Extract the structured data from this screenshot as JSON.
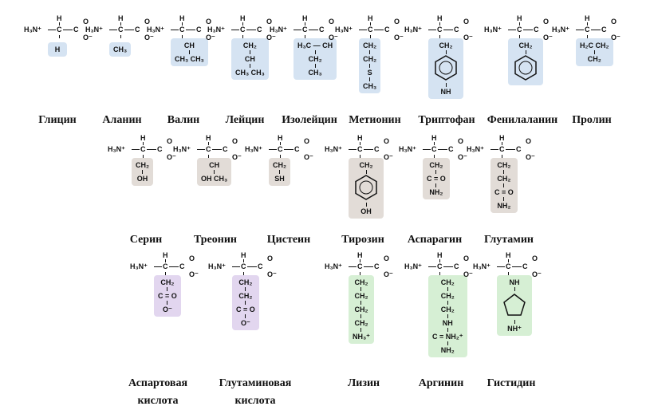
{
  "backbone": {
    "h": "H",
    "amine": "H₃N⁺",
    "c": "C",
    "o": "O",
    "o_minus": "O⁻"
  },
  "colors": {
    "nonpolar": "#d5e3f2",
    "polar": "#e2dcd7",
    "acidic": "#e2d6ef",
    "basic": "#d6efd4"
  },
  "amino_acids": [
    {
      "name": "Глицин",
      "group": "nonpolar",
      "side_chain": [
        "H"
      ]
    },
    {
      "name": "Аланин",
      "group": "nonpolar",
      "side_chain": [
        "CH₃"
      ]
    },
    {
      "name": "Валин",
      "group": "nonpolar",
      "side_chain": [
        "CH",
        "CH₃  CH₃"
      ]
    },
    {
      "name": "Лейцин",
      "group": "nonpolar",
      "side_chain": [
        "CH₂",
        "CH",
        "CH₃  CH₃"
      ]
    },
    {
      "name": "Изолейцин",
      "group": "nonpolar",
      "side_chain": [
        "H₃C — CH",
        "CH₂",
        "CH₃"
      ]
    },
    {
      "name": "Метионин",
      "group": "nonpolar",
      "side_chain": [
        "CH₂",
        "CH₂",
        "S",
        "CH₃"
      ]
    },
    {
      "name": "Триптофан",
      "group": "nonpolar",
      "side_chain": [
        "CH₂",
        "indole-ring",
        "NH"
      ]
    },
    {
      "name": "Фенилаланин",
      "group": "nonpolar",
      "side_chain": [
        "CH₂",
        "benzene-ring"
      ]
    },
    {
      "name": "Пролин",
      "group": "nonpolar",
      "side_chain": [
        "H₂C    CH₂",
        "CH₂"
      ]
    },
    {
      "name": "Серин",
      "group": "polar",
      "side_chain": [
        "CH₂",
        "OH"
      ]
    },
    {
      "name": "Треонин",
      "group": "polar",
      "side_chain": [
        "CH",
        "OH   CH₃"
      ]
    },
    {
      "name": "Цистеин",
      "group": "polar",
      "side_chain": [
        "CH₂",
        "SH"
      ]
    },
    {
      "name": "Тирозин",
      "group": "polar",
      "side_chain": [
        "CH₂",
        "benzene-ring",
        "OH"
      ]
    },
    {
      "name": "Аспарагин",
      "group": "polar",
      "side_chain": [
        "CH₂",
        "C = O",
        "NH₂"
      ]
    },
    {
      "name": "Глутамин",
      "group": "polar",
      "side_chain": [
        "CH₂",
        "CH₂",
        "C = O",
        "NH₂"
      ]
    },
    {
      "name": "Аспартовая кислота",
      "group": "acidic",
      "side_chain": [
        "CH₂",
        "C = O",
        "O⁻"
      ]
    },
    {
      "name": "Глутаминовая кислота",
      "group": "acidic",
      "side_chain": [
        "CH₂",
        "CH₂",
        "C = O",
        "O⁻"
      ]
    },
    {
      "name": "Лизин",
      "group": "basic",
      "side_chain": [
        "CH₂",
        "CH₂",
        "CH₂",
        "CH₂",
        "NH₃⁺"
      ]
    },
    {
      "name": "Аргинин",
      "group": "basic",
      "side_chain": [
        "CH₂",
        "CH₂",
        "CH₂",
        "NH",
        "C = NH₂⁺",
        "NH₂"
      ]
    },
    {
      "name": "Гистидин",
      "group": "basic",
      "side_chain": [
        "NH",
        "imidazole-ring",
        "NH⁺"
      ]
    }
  ]
}
